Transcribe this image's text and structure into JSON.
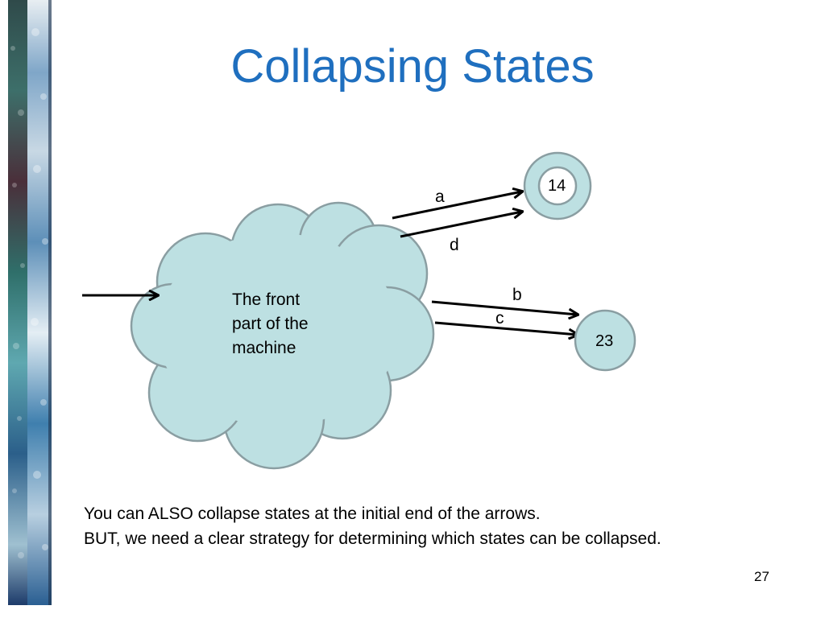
{
  "title": "Collapsing States",
  "cloud": {
    "lines": [
      "The front",
      "part of the",
      "machine"
    ]
  },
  "states": [
    {
      "id": "state-14",
      "label": "14",
      "accepting": true
    },
    {
      "id": "state-23",
      "label": "23",
      "accepting": false
    }
  ],
  "edges": [
    {
      "label": "a",
      "to": "14"
    },
    {
      "label": "d",
      "to": "14"
    },
    {
      "label": "b",
      "to": "23"
    },
    {
      "label": "c",
      "to": "23"
    }
  ],
  "body": {
    "line1": "You can ALSO collapse states at the initial end of the arrows.",
    "line2": "BUT, we need a clear strategy for determining which states can be collapsed."
  },
  "page_number": "27",
  "colors": {
    "title": "#1F6FBF",
    "node_fill": "#BDE0E2",
    "node_stroke": "#8A9EA2",
    "text": "#000000"
  }
}
